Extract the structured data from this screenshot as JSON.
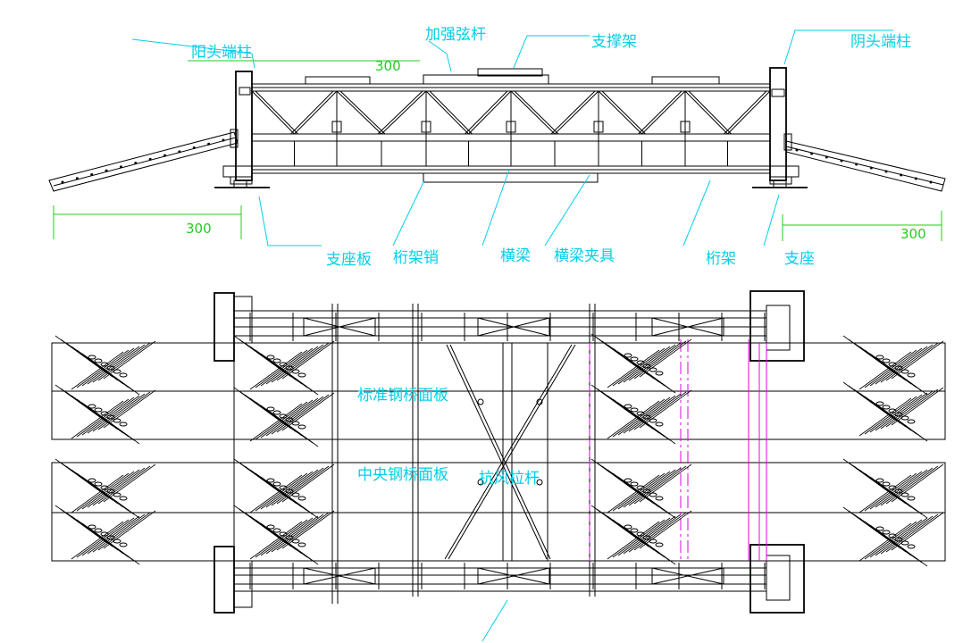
{
  "labels": {
    "end_post_left": "阳头端柱",
    "chord_reinforce": "加强弦杆",
    "bracing_frame": "支撑架",
    "end_post_right": "阴头端柱",
    "bearing_plate": "支座板",
    "truss_pin": "桁架销",
    "cross_beam": "横梁",
    "cross_beam_clamp": "横梁夹具",
    "truss": "桁架",
    "bearing": "支座",
    "standard_deck": "标准钢桥面板",
    "center_deck": "中央钢桥面板",
    "anti_sway_rod": "抗风拉杆"
  },
  "dimensions": {
    "top": "300",
    "left": "300",
    "right": "300"
  },
  "colors": {
    "leader": "#00cfe8",
    "dimension": "#22cc22",
    "hidden": "#e000e0",
    "line": "#000000"
  }
}
